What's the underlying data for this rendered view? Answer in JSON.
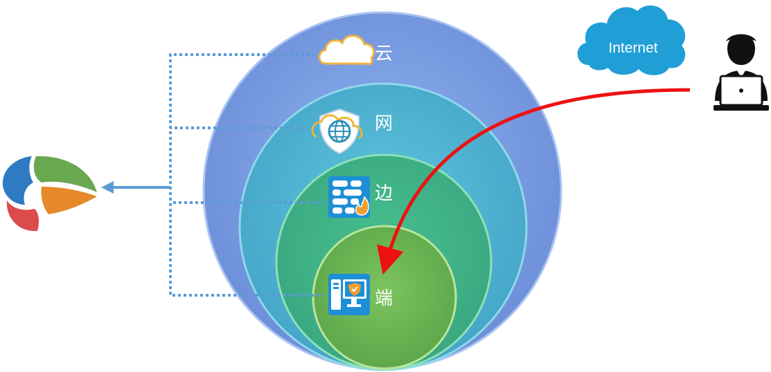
{
  "layers": [
    {
      "id": "cloud",
      "label": "云",
      "icon": "cloud-icon",
      "color": "#7f9fdf"
    },
    {
      "id": "network",
      "label": "网",
      "icon": "shield-globe-icon",
      "color": "#56b4cf"
    },
    {
      "id": "edge",
      "label": "边",
      "icon": "firewall-icon",
      "color": "#47b489"
    },
    {
      "id": "endpoint",
      "label": "端",
      "icon": "secure-computer-icon",
      "color": "#6cb65a"
    }
  ],
  "internet": {
    "label": "Internet",
    "color": "#1f9fd6",
    "icon": "cloud-icon"
  },
  "user": {
    "icon": "user-laptop-icon"
  },
  "attack_path": {
    "color": "#ee1111"
  },
  "connector": {
    "color": "#5b9bd5"
  },
  "logo": {
    "icon": "multicolor-logo-icon",
    "colors": [
      "#2e7bc4",
      "#6aa84f",
      "#e5892b",
      "#dc4b4b"
    ]
  }
}
